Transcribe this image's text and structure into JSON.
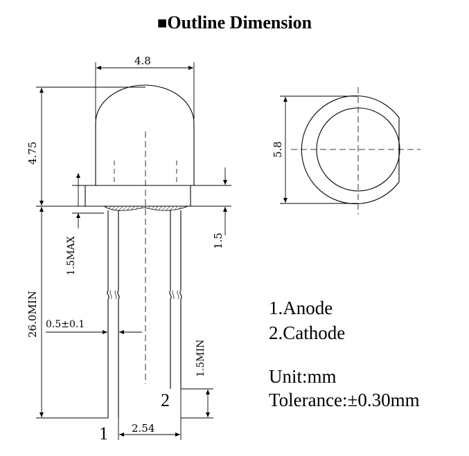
{
  "title": "Outline Dimension",
  "dimensions": {
    "lens_width": "4.8",
    "lens_height": "4.75",
    "flange_height": "1.5",
    "max_flange": "1.5MAX",
    "lead_length": "26.0MIN",
    "lead_width": "0.5±0.1",
    "lead_end": "1.5MIN",
    "pitch": "2.54",
    "flange_diameter": "5.8"
  },
  "pins": {
    "pin1": "1",
    "pin2": "2"
  },
  "legend": {
    "anode": "1.Anode",
    "cathode": "2.Cathode",
    "unit": "Unit:mm",
    "tolerance": "Tolerance:±0.30mm"
  }
}
